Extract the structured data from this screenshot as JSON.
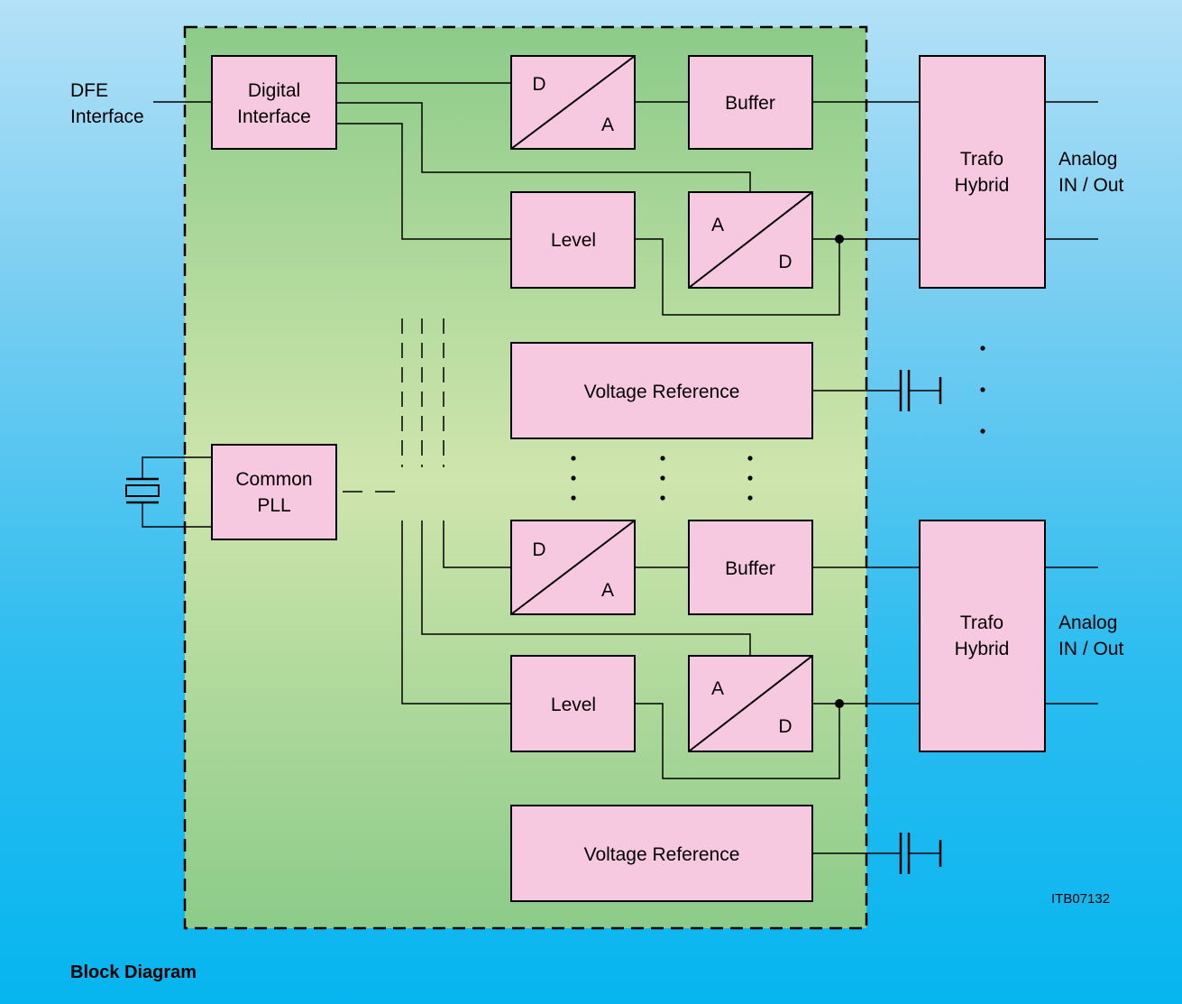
{
  "figure": {
    "caption": "Block Diagram",
    "figure_id": "ITB07132"
  },
  "external": {
    "dfe_line1": "DFE",
    "dfe_line2": "Interface",
    "analog1_line1": "Analog",
    "analog1_line2": "IN / Out",
    "analog2_line1": "Analog",
    "analog2_line2": "IN / Out"
  },
  "blocks": {
    "digital_interface_line1": "Digital",
    "digital_interface_line2": "Interface",
    "common_pll_line1": "Common",
    "common_pll_line2": "PLL",
    "dac1_top": "D",
    "dac1_bottom": "A",
    "adc1_top": "A",
    "adc1_bottom": "D",
    "buffer1": "Buffer",
    "level1": "Level",
    "vref1": "Voltage Reference",
    "trafo1_line1": "Trafo",
    "trafo1_line2": "Hybrid",
    "dac2_top": "D",
    "dac2_bottom": "A",
    "adc2_top": "A",
    "adc2_bottom": "D",
    "buffer2": "Buffer",
    "level2": "Level",
    "vref2": "Voltage Reference",
    "trafo2_line1": "Trafo",
    "trafo2_line2": "Hybrid"
  },
  "colors": {
    "block_fill": "#f7c9e0",
    "chip_fill_edge": "#8ccb89",
    "chip_fill_center": "#cfe5ad",
    "background_top": "#b3e1f7",
    "background_bottom": "#06b5ef"
  }
}
